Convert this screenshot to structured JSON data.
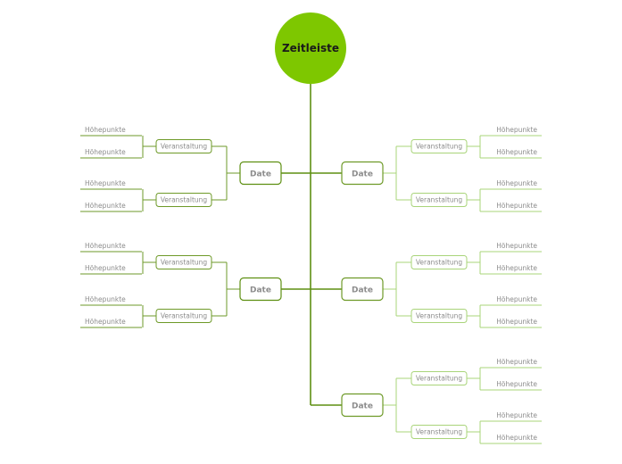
{
  "root": {
    "label": "Zeitleiste"
  },
  "colors": {
    "root_fill": "#7ec700",
    "trunk": "#5e8f12",
    "line_dark": "#6e9a28",
    "line_light": "#a9d47a",
    "box_bg": "#ffffff",
    "text": "#8c8c8c"
  },
  "dates": [
    {
      "label": "Date",
      "side": "left",
      "events": [
        {
          "label": "Veranstaltung",
          "highlights": [
            "Höhepunkte",
            "Höhepunkte"
          ]
        },
        {
          "label": "Veranstaltung",
          "highlights": [
            "Höhepunkte",
            "Höhepunkte"
          ]
        }
      ]
    },
    {
      "label": "Date",
      "side": "right",
      "events": [
        {
          "label": "Veranstaltung",
          "highlights": [
            "Höhepunkte",
            "Höhepunkte"
          ]
        },
        {
          "label": "Veranstaltung",
          "highlights": [
            "Höhepunkte",
            "Höhepunkte"
          ]
        }
      ]
    },
    {
      "label": "Date",
      "side": "left",
      "events": [
        {
          "label": "Veranstaltung",
          "highlights": [
            "Höhepunkte",
            "Höhepunkte"
          ]
        },
        {
          "label": "Veranstaltung",
          "highlights": [
            "Höhepunkte",
            "Höhepunkte"
          ]
        }
      ]
    },
    {
      "label": "Date",
      "side": "right",
      "events": [
        {
          "label": "Veranstaltung",
          "highlights": [
            "Höhepunkte",
            "Höhepunkte"
          ]
        },
        {
          "label": "Veranstaltung",
          "highlights": [
            "Höhepunkte",
            "Höhepunkte"
          ]
        }
      ]
    },
    {
      "label": "Date",
      "side": "right",
      "events": [
        {
          "label": "Veranstaltung",
          "highlights": [
            "Höhepunkte",
            "Höhepunkte"
          ]
        },
        {
          "label": "Veranstaltung",
          "highlights": [
            "Höhepunkte",
            "Höhepunkte"
          ]
        }
      ]
    }
  ]
}
